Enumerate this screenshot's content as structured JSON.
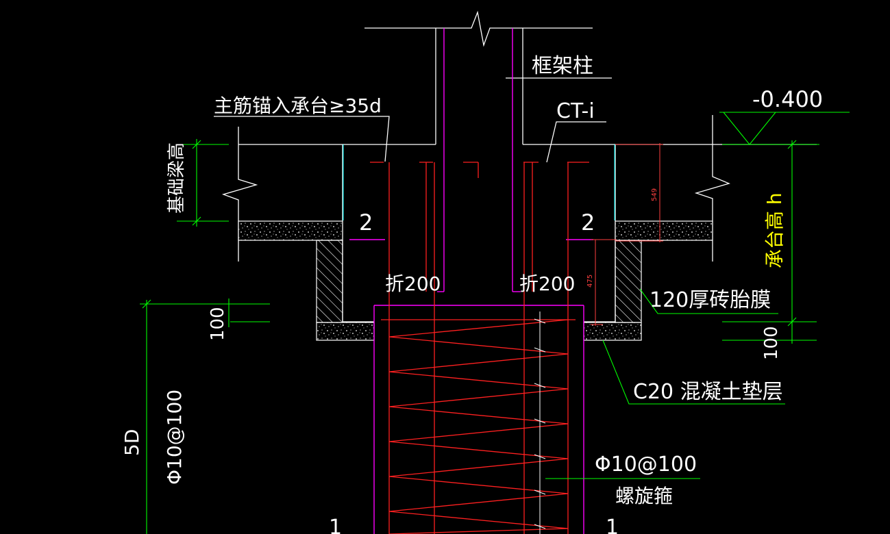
{
  "labels": {
    "frame_column": "框架柱",
    "main_bar_anchor": "主筋锚入承台≥35d",
    "cap_id": "CT-i",
    "elevation": "-0.400",
    "foundation_beam_height": "基础梁高",
    "section_mark_left": "2",
    "section_mark_right": "2",
    "bend_left": "折200",
    "bend_right": "折200",
    "brick_formwork": "120厚砖胎膜",
    "cap_height": "承台高 h",
    "dim_100_left": "100",
    "dim_100_right": "100",
    "concrete_cushion": "C20 混凝土垫层",
    "dim_5d": "5D",
    "stirrup_spec_left": "Φ10@100",
    "stirrup_spec_right": "Φ10@100",
    "spiral_stirrup": "螺旋箍",
    "dim_549": "549",
    "dim_475": "475",
    "section_cut_left": "1",
    "section_cut_right": "1"
  },
  "colors": {
    "background": "#000000",
    "outline": "#ffffff",
    "rebar": "#ff2020",
    "pile": "#ff00ff",
    "dimension": "#00ff00",
    "cap_label": "#ffff00",
    "red_dimension": "#ff4040",
    "cyan": "#00ffff"
  }
}
